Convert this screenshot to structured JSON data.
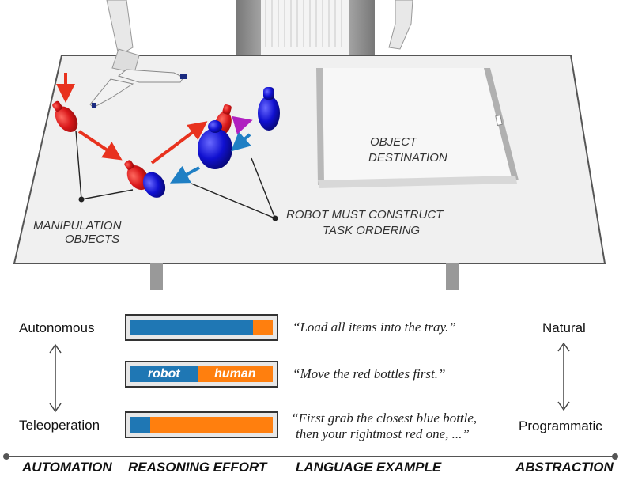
{
  "scene": {
    "callouts": {
      "manipulation_line1": "MANIPULATION",
      "manipulation_line2": "OBJECTS",
      "robot_line1": "ROBOT MUST CONSTRUCT",
      "robot_line2": "TASK ORDERING",
      "destination_line1": "OBJECT",
      "destination_line2": "DESTINATION"
    },
    "colors": {
      "red_object": "#d9181a",
      "blue_object": "#1010d0",
      "red_arrow": "#e8321e",
      "blue_arrow": "#1f7fc4",
      "purple_arrow": "#b020c0",
      "table": "#eeeeee"
    }
  },
  "scale": {
    "left_top": "Autonomous",
    "left_bottom": "Teleoperation",
    "right_top": "Natural",
    "right_bottom": "Programmatic"
  },
  "rows": [
    {
      "robot_share": 0.86,
      "human_share": 0.14,
      "robot_label": "",
      "human_label": "",
      "example": "“Load all items into the tray.”"
    },
    {
      "robot_share": 0.47,
      "human_share": 0.53,
      "robot_label": "robot",
      "human_label": "human",
      "example": "“Move the red bottles first.”"
    },
    {
      "robot_share": 0.14,
      "human_share": 0.86,
      "robot_label": "",
      "human_label": "",
      "example_line1": "“First grab the closest blue bottle,",
      "example_line2": "then your rightmost red one, ...”"
    }
  ],
  "axis": {
    "automation": "AUTOMATION",
    "reasoning": "REASONING EFFORT",
    "language": "LANGUAGE EXAMPLE",
    "abstraction": "ABSTRACTION"
  }
}
